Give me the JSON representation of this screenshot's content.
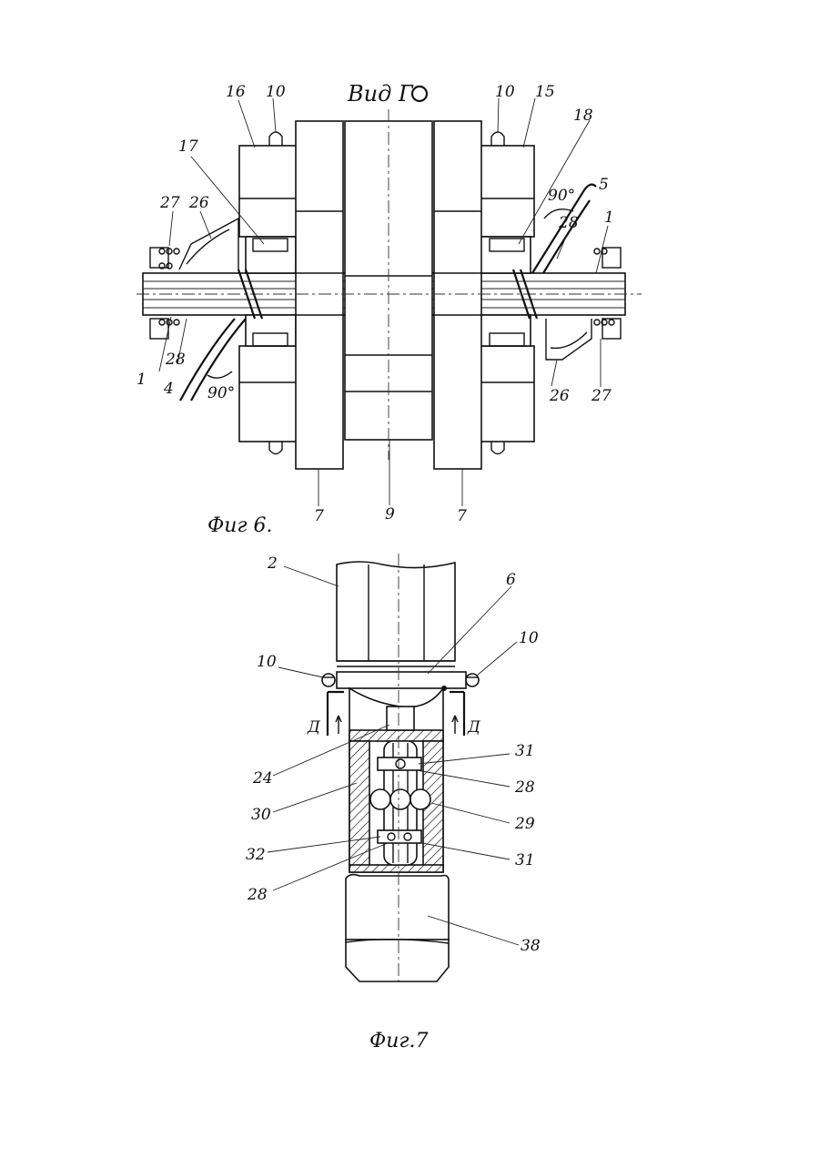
{
  "figure6": {
    "title": "Вид Г",
    "caption": "Фиг 6.",
    "angle_label_right": "90°",
    "angle_label_left": "90°",
    "labels": {
      "l16": "16",
      "l10a": "10",
      "l10b": "10",
      "l15": "15",
      "l17": "17",
      "l18": "18",
      "l5": "5",
      "l27a": "27",
      "l26a": "26",
      "l28a": "28",
      "l1a": "1",
      "l1b": "1",
      "l28b": "28",
      "l4": "4",
      "l26b": "26",
      "l27b": "27",
      "l7a": "7",
      "l9": "9",
      "l7b": "7"
    }
  },
  "figure7": {
    "caption": "Фиг.7",
    "section_mark_left": "Д",
    "section_mark_right": "Д",
    "labels": {
      "l2": "2",
      "l6": "6",
      "l10c": "10",
      "l10d": "10",
      "l31a": "31",
      "l24": "24",
      "l28c": "28",
      "l30": "30",
      "l29": "29",
      "l32": "32",
      "l31b": "31",
      "l28d": "28",
      "l38": "38"
    }
  }
}
